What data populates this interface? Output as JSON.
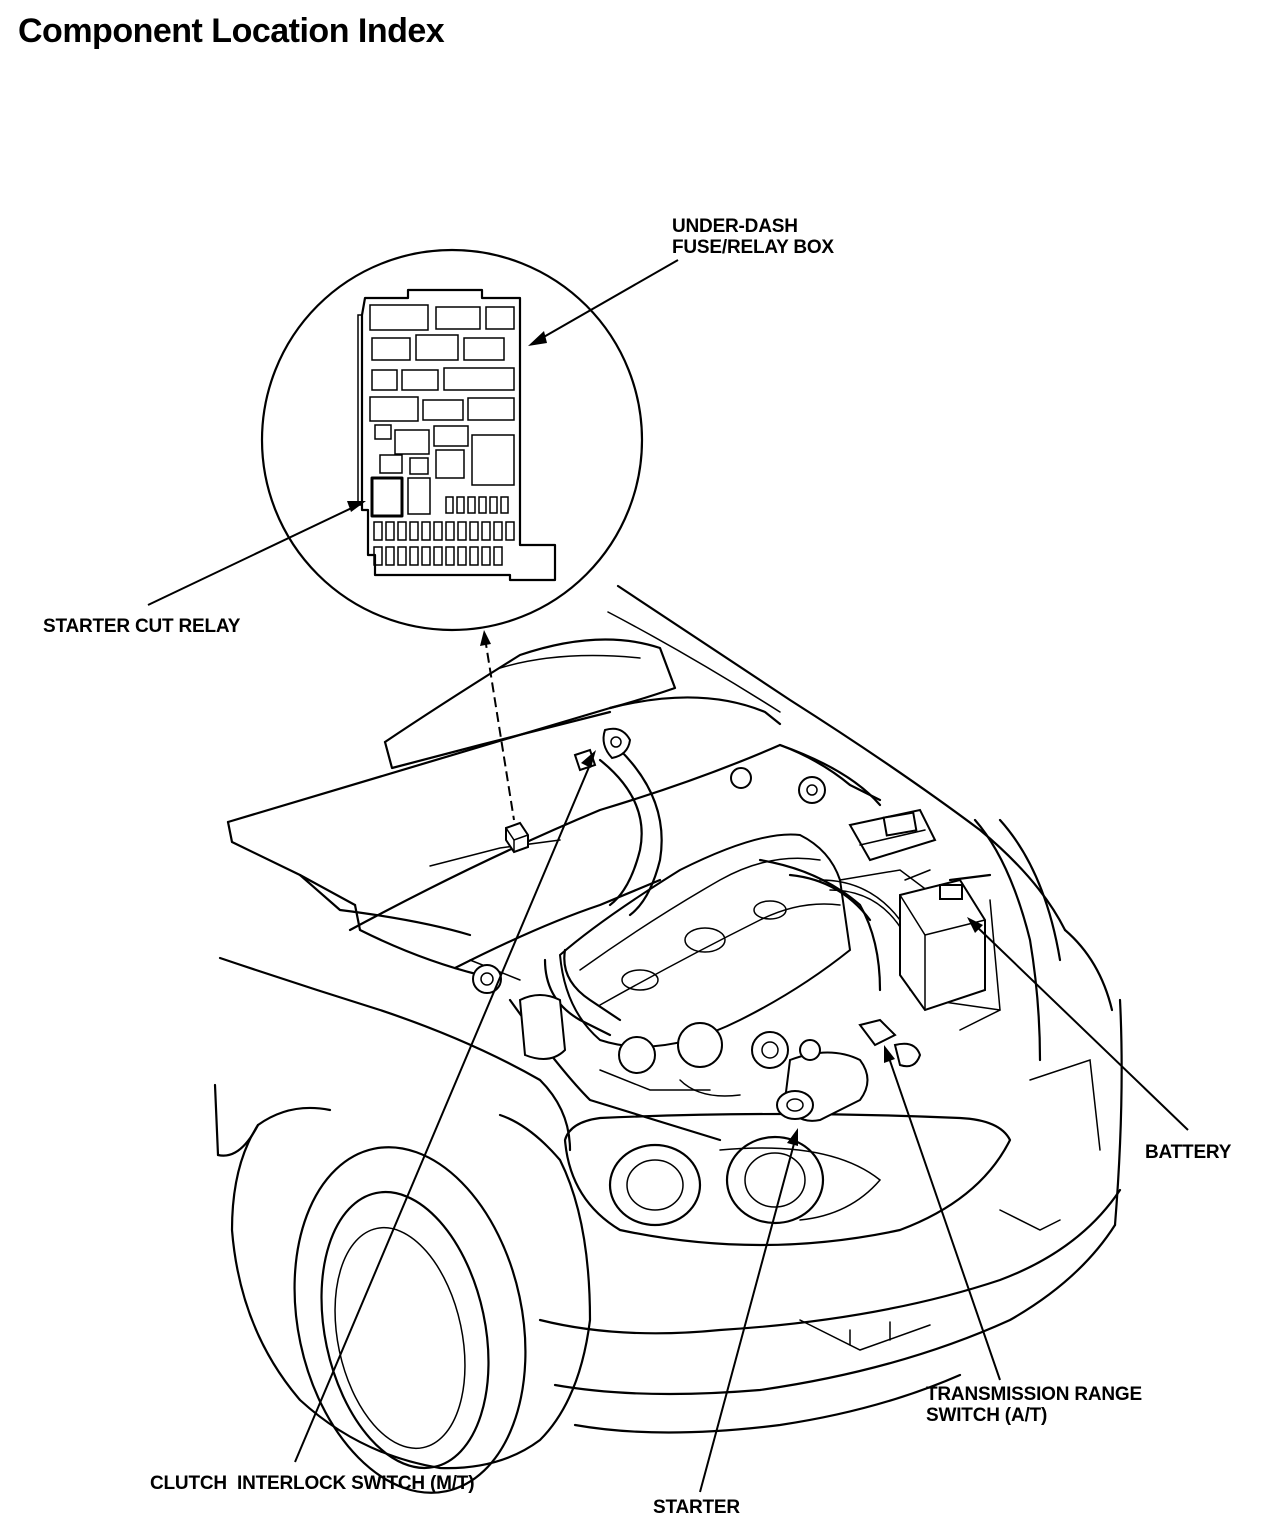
{
  "page": {
    "title": "Component Location Index"
  },
  "callouts": {
    "fuse_box": {
      "line1": "UNDER-DASH",
      "line2": "FUSE/RELAY BOX"
    },
    "starter_cut_relay": "STARTER CUT RELAY",
    "battery": "BATTERY",
    "transmission_range_switch": {
      "line1": "TRANSMISSION RANGE",
      "line2": "SWITCH (A/T)"
    },
    "clutch_interlock_switch": "CLUTCH  INTERLOCK SWITCH (M/T)",
    "starter": "STARTER"
  },
  "colors": {
    "ink": "#000000",
    "paper": "#ffffff"
  }
}
